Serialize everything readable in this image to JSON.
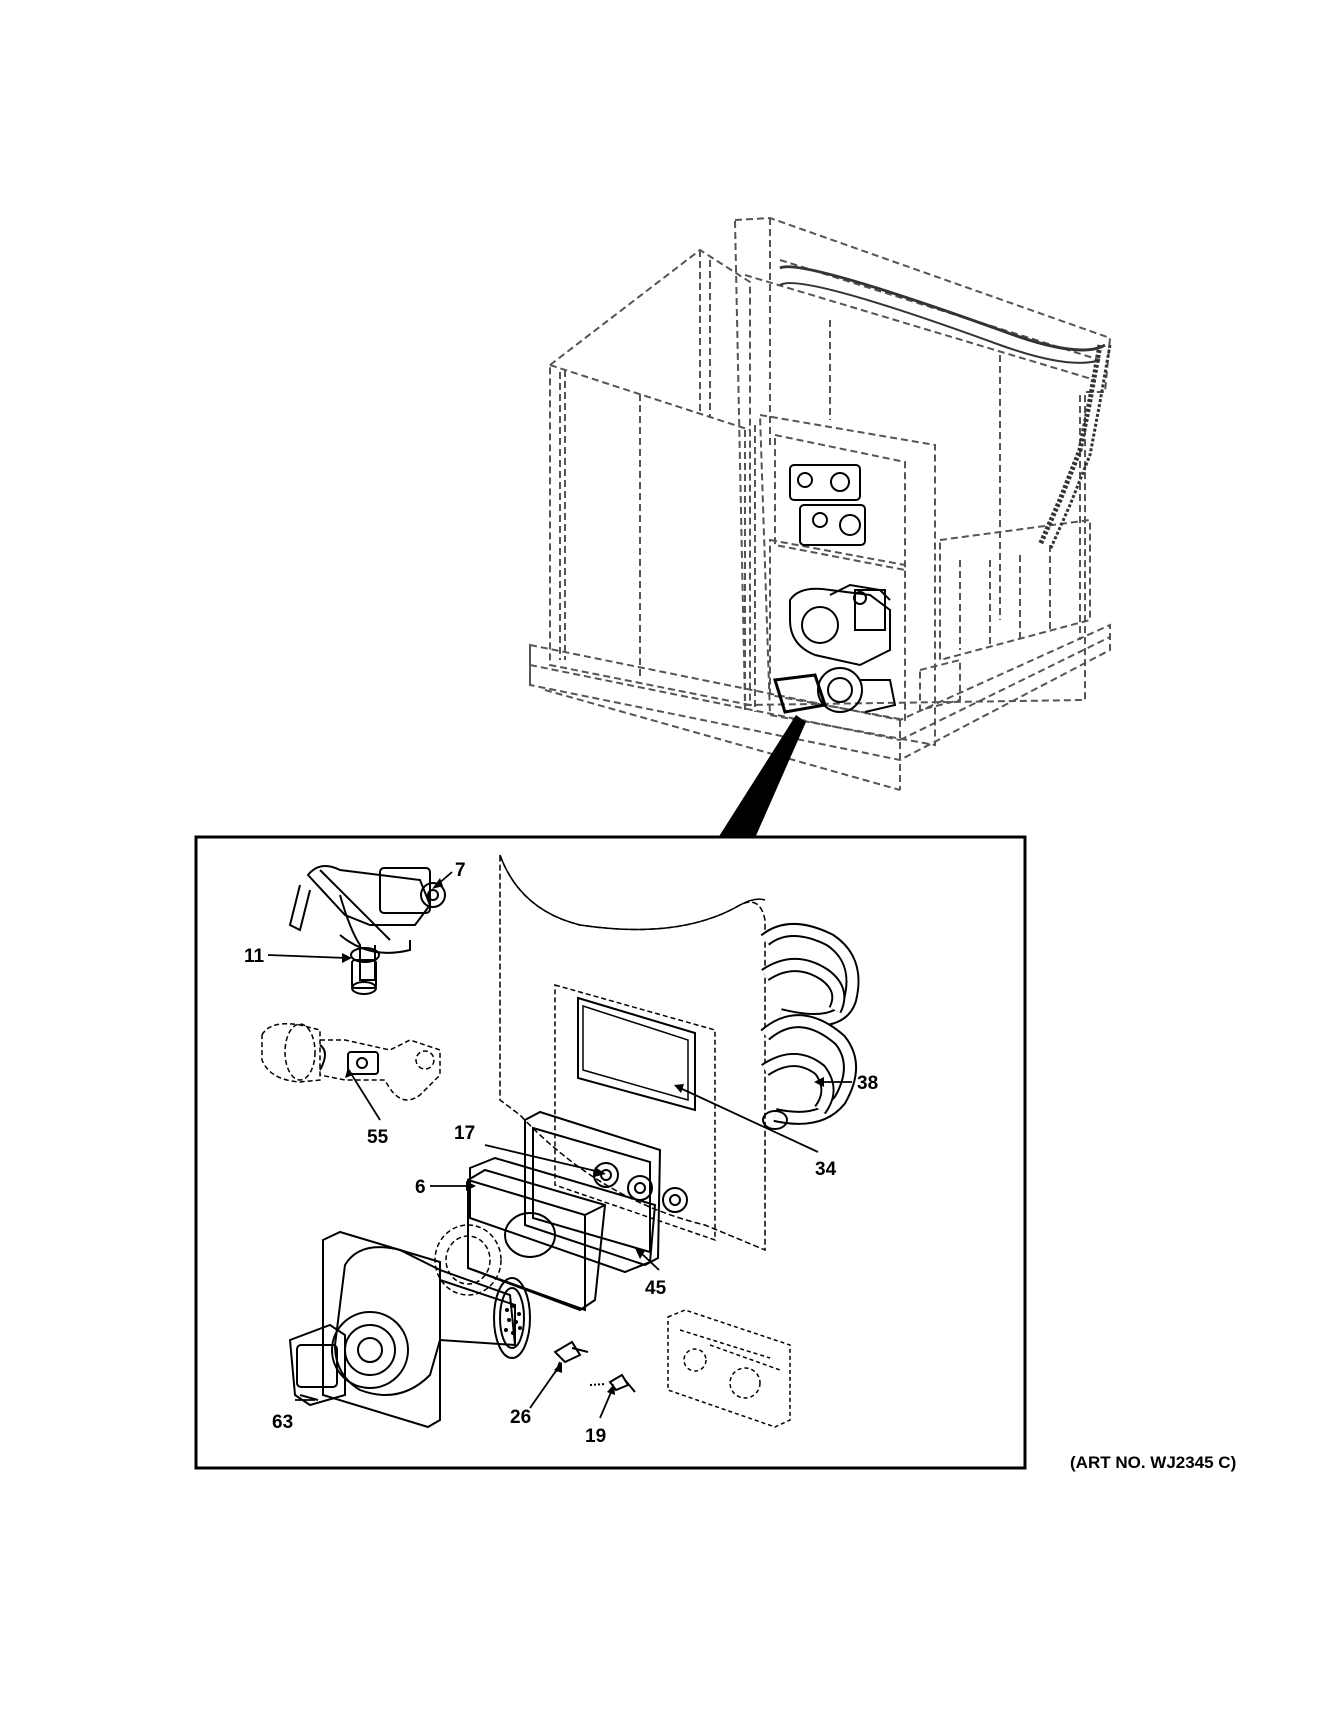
{
  "diagram": {
    "callouts": [
      {
        "id": "7",
        "label": "7"
      },
      {
        "id": "11",
        "label": "11"
      },
      {
        "id": "55",
        "label": "55"
      },
      {
        "id": "17",
        "label": "17"
      },
      {
        "id": "6",
        "label": "6"
      },
      {
        "id": "45",
        "label": "45"
      },
      {
        "id": "34",
        "label": "34"
      },
      {
        "id": "38",
        "label": "38"
      },
      {
        "id": "63",
        "label": "63"
      },
      {
        "id": "26",
        "label": "26"
      },
      {
        "id": "19",
        "label": "19"
      }
    ],
    "art_number": "(ART NO. WJ2345 C)"
  },
  "colors": {
    "line": "#000000",
    "dashed": "#555555",
    "background": "#ffffff"
  }
}
